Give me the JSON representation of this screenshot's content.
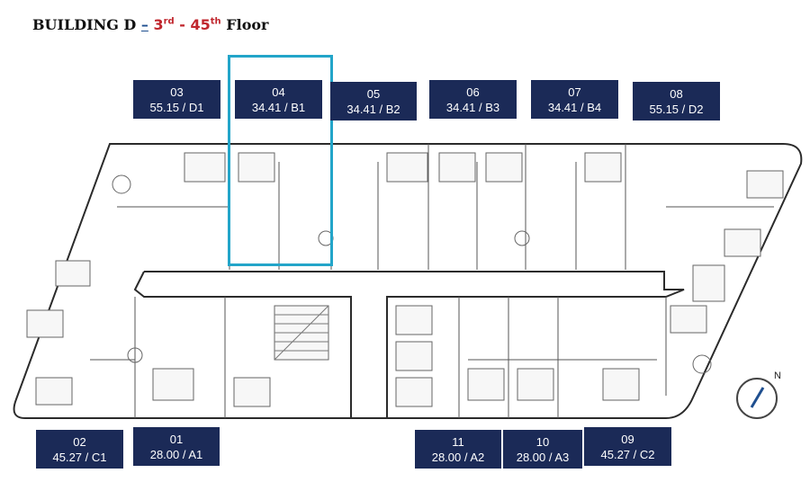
{
  "header": {
    "building": "BUILDING D",
    "dash": "–",
    "floor_from": "3",
    "floor_from_sup": "rd",
    "sep": "-",
    "floor_to": "45",
    "floor_to_sup": "th",
    "floor_word": "Floor"
  },
  "units": [
    {
      "no": "03",
      "info": "55.15 / D1"
    },
    {
      "no": "04",
      "info": "34.41 / B1"
    },
    {
      "no": "05",
      "info": "34.41 / B2"
    },
    {
      "no": "06",
      "info": "34.41 / B3"
    },
    {
      "no": "07",
      "info": "34.41 / B4"
    },
    {
      "no": "08",
      "info": "55.15 / D2"
    },
    {
      "no": "02",
      "info": "45.27 / C1"
    },
    {
      "no": "01",
      "info": "28.00 / A1"
    },
    {
      "no": "11",
      "info": "28.00 / A2"
    },
    {
      "no": "10",
      "info": "28.00 / A3"
    },
    {
      "no": "09",
      "info": "45.27 / C2"
    }
  ],
  "compass": {
    "label": "N"
  },
  "colors": {
    "label_bg": "#1b2a57",
    "highlight": "#23a5c9",
    "title_red": "#c0262d"
  }
}
